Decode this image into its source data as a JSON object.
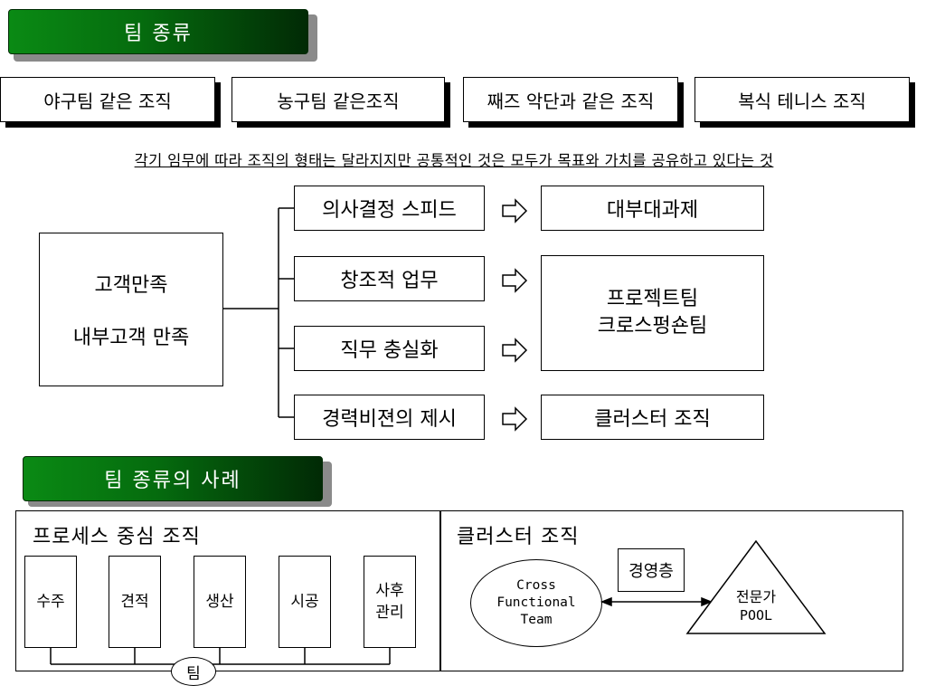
{
  "header1": "팀 종류",
  "team_types": [
    "야구팀 같은 조직",
    "농구팀 같은조직",
    "째즈 악단과 같은 조직",
    "복식 테니스 조직"
  ],
  "purpose_line": "각기 임무에 따라 조직의 형태는 달라지지만 공통적인 것은 모두가 목표와 가치를 공유하고 있다는 것",
  "left_box": {
    "line1": "고객만족",
    "line2": "내부고객 만족"
  },
  "factors": [
    "의사결정 스피드",
    "창조적 업무",
    "직무 충실화",
    "경력비젼의 제시"
  ],
  "results": {
    "r1": "대부대과제",
    "r2_line1": "프로젝트팀",
    "r2_line2": "크로스펑숀팀",
    "r3": "클러스터 조직"
  },
  "header2": "팀 종류의 사례",
  "process_section": {
    "title": "프로세스 중심 조직",
    "columns": [
      {
        "line1": "수주",
        "line2": ""
      },
      {
        "line1": "견적",
        "line2": ""
      },
      {
        "line1": "생산",
        "line2": ""
      },
      {
        "line1": "시공",
        "line2": ""
      },
      {
        "line1": "사후",
        "line2": "관리"
      }
    ],
    "team_label": "팀"
  },
  "cluster_section": {
    "title": "클러스터 조직",
    "ellipse_line1": "Cross",
    "ellipse_line2": "Functional",
    "ellipse_line3": "Team",
    "mgmt_label": "경영층",
    "triangle_line1": "전문가",
    "triangle_line2": "POOL"
  }
}
